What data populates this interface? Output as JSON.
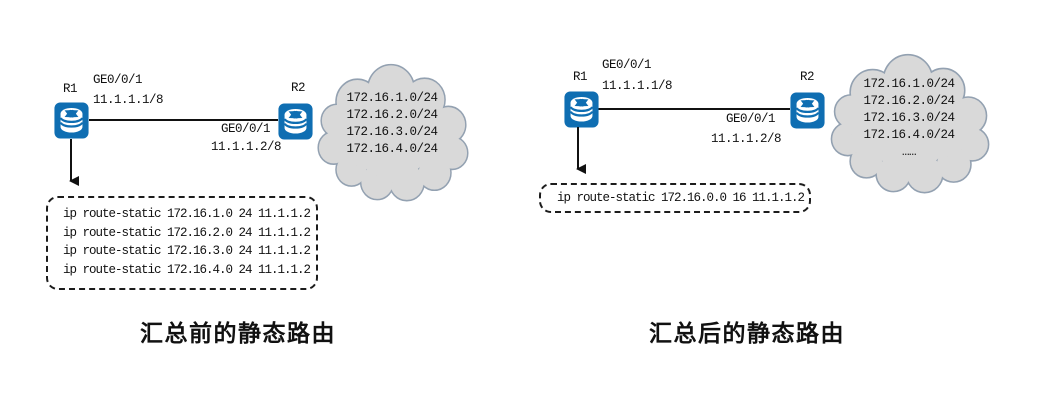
{
  "page": {
    "background": "#FFFFFF"
  },
  "colors": {
    "router_blue": "#0F6EB2",
    "cloud_fill": "#D9D9D9",
    "cloud_stroke": "#93A1B1",
    "line": "#111111",
    "text": "#1A1A1A"
  },
  "diagrams": [
    {
      "caption": "汇总前的静态路由",
      "r1": {
        "label": "R1",
        "interface": "GE0/0/1",
        "ip": "11.1.1.1/8"
      },
      "r2": {
        "label": "R2",
        "interface": "GE0/0/1",
        "ip": "11.1.1.2/8"
      },
      "cloud_networks": [
        "172.16.1.0/24",
        "172.16.2.0/24",
        "172.16.3.0/24",
        "172.16.4.0/24"
      ],
      "routes": [
        "ip route-static 172.16.1.0 24 11.1.1.2",
        "ip route-static 172.16.2.0 24 11.1.1.2",
        "ip route-static 172.16.3.0 24 11.1.1.2",
        "ip route-static 172.16.4.0 24 11.1.1.2"
      ]
    },
    {
      "caption": "汇总后的静态路由",
      "r1": {
        "label": "R1",
        "interface": "GE0/0/1",
        "ip": "11.1.1.1/8"
      },
      "r2": {
        "label": "R2",
        "interface": "GE0/0/1",
        "ip": "11.1.1.2/8"
      },
      "cloud_networks": [
        "172.16.1.0/24",
        "172.16.2.0/24",
        "172.16.3.0/24",
        "172.16.4.0/24",
        "……"
      ],
      "routes": [
        "ip route-static 172.16.0.0 16 11.1.1.2"
      ]
    }
  ]
}
